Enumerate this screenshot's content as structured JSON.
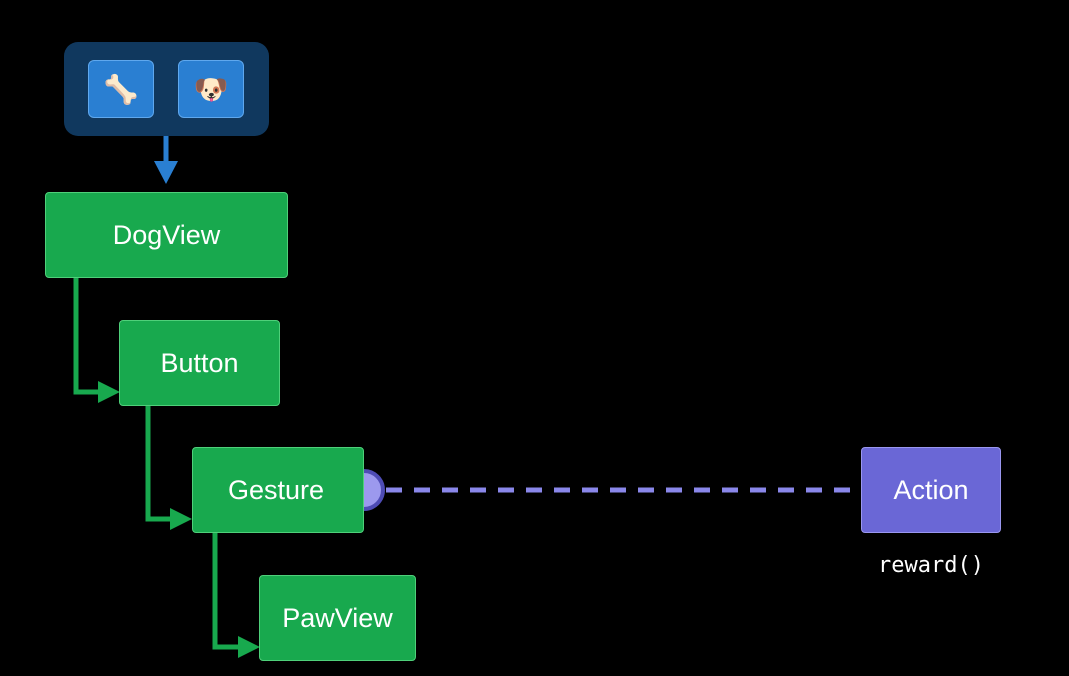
{
  "toolbar": {
    "items": [
      {
        "name": "bone-icon",
        "glyph": "🦴"
      },
      {
        "name": "dog-face-icon",
        "glyph": "🐶"
      }
    ]
  },
  "nodes": {
    "dog_view": "DogView",
    "button": "Button",
    "gesture": "Gesture",
    "paw_view": "PawView",
    "action": "Action"
  },
  "action_code": "reward()",
  "colors": {
    "background": "#000000",
    "node_green": "#18a94e",
    "node_purple": "#6a67d6",
    "toolbar_bg": "#10385e",
    "icon_button": "#2a7fd2",
    "arrow_blue": "#2a7fd2",
    "connector_dashed": "#8a87ea"
  }
}
